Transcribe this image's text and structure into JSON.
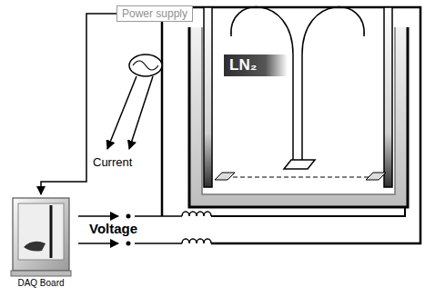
{
  "diagram": {
    "nodes": [
      {
        "text": [
          "Power supply"
        ]
      },
      {
        "text": [
          "DAQ Board"
        ]
      }
    ],
    "edges": [
      {
        "from": 0,
        "to": 1,
        "arrow": "to"
      }
    ],
    "labels": [
      "LN₂",
      "Current",
      "Voltage"
    ]
  }
}
